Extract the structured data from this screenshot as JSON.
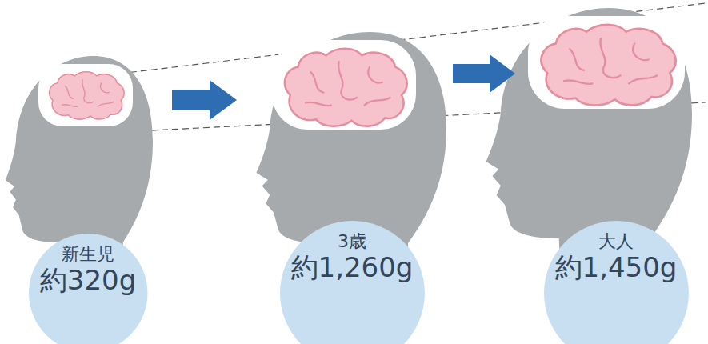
{
  "diagram": {
    "nodes": [
      {
        "text": [
          "新生児",
          "約320g"
        ]
      },
      {
        "text": [
          "3歳",
          "約1,260g"
        ]
      },
      {
        "text": [
          "大人",
          "約1,450g"
        ]
      }
    ]
  }
}
